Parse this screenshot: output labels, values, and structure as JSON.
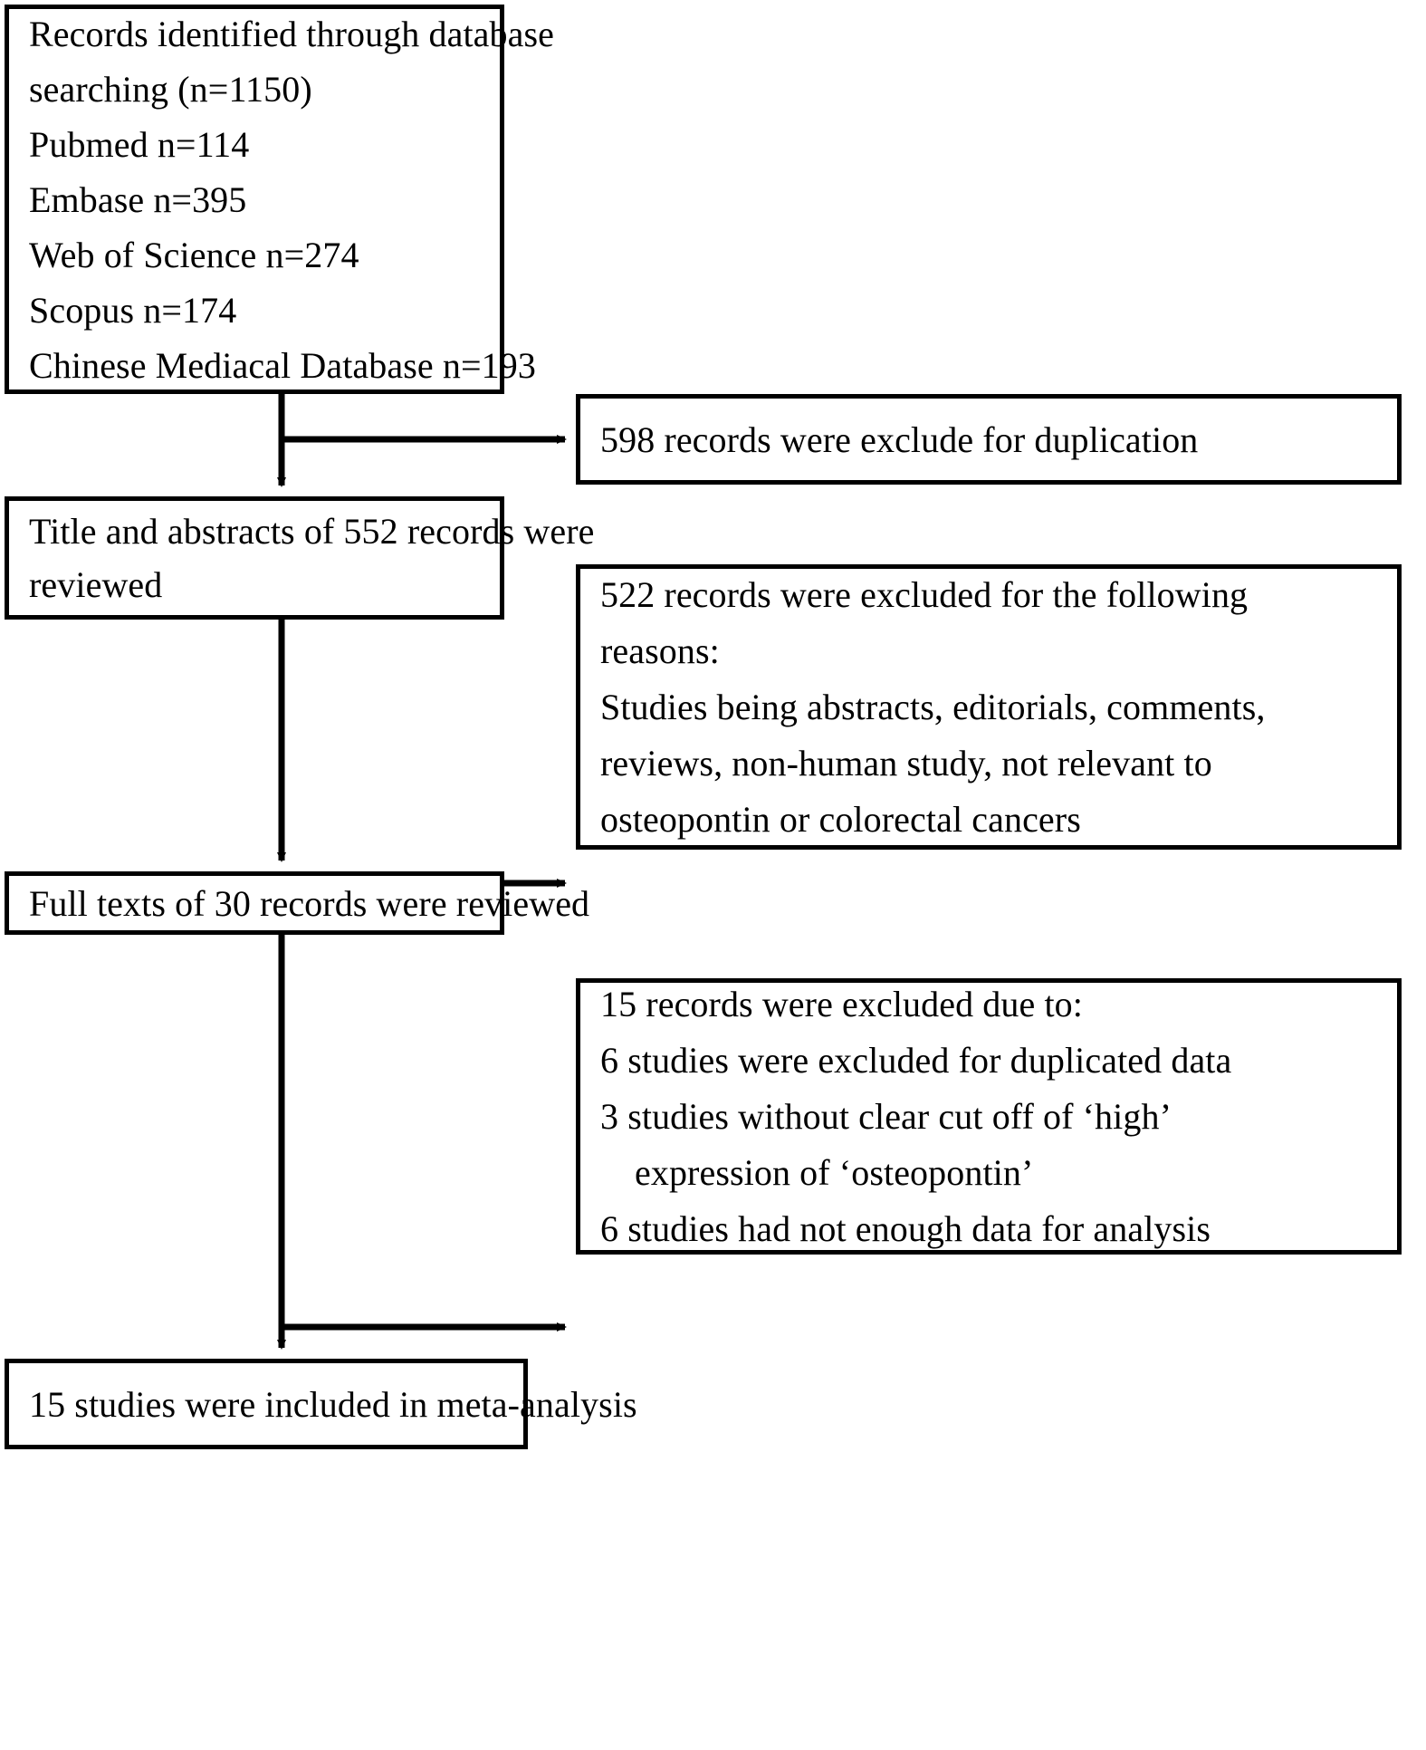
{
  "diagram": {
    "title": "PRISMA study selection flow diagram",
    "stroke_color": "#000000",
    "background_color": "#ffffff"
  },
  "nodes": {
    "identified": {
      "name": "records-identified-box",
      "lines": [
        "Records identified through database",
        "searching (n=1150)",
        "Pubmed n=114",
        "Embase n=395",
        "Web of Science n=274",
        "Scopus n=174",
        "Chinese Mediacal Database n=193"
      ]
    },
    "duplication": {
      "name": "duplicates-excluded-box",
      "lines": [
        "598 records were exclude for duplication"
      ]
    },
    "title_abstracts": {
      "name": "title-abstract-screening-box",
      "lines": [
        "Title and abstracts of 552 records were",
        "reviewed"
      ]
    },
    "excluded_522": {
      "name": "records-excluded-reasons-box",
      "lines": [
        "522 records were excluded for the following",
        "reasons:",
        "Studies being abstracts, editorials, comments,",
        "reviews, non-human study, not relevant to",
        "osteopontin or colorectal cancers"
      ]
    },
    "full_texts": {
      "name": "full-text-review-box",
      "lines": [
        "Full texts of 30 records were reviewed"
      ]
    },
    "excluded_15": {
      "name": "full-text-excluded-box",
      "lines": [
        "15 records were excluded due to:",
        "6 studies were excluded for duplicated data",
        "3 studies without clear cut off of ‘high’",
        "expression of ‘osteopontin’",
        "6 studies had not enough data for analysis"
      ]
    },
    "included": {
      "name": "studies-included-box",
      "lines": [
        "15 studies were included in meta-analysis"
      ]
    }
  },
  "counts": {
    "identified_total": 1150,
    "pubmed": 114,
    "embase": 395,
    "web_of_science": 274,
    "scopus": 174,
    "chinese_medical_database": 193,
    "duplicates_excluded": 598,
    "screened_title_abstract": 552,
    "excluded_after_screening": 522,
    "full_texts_reviewed": 30,
    "excluded_after_full_text": 15,
    "excluded_duplicated_data": 6,
    "excluded_no_clear_cutoff": 3,
    "excluded_not_enough_data": 6,
    "included_in_meta_analysis": 15
  }
}
